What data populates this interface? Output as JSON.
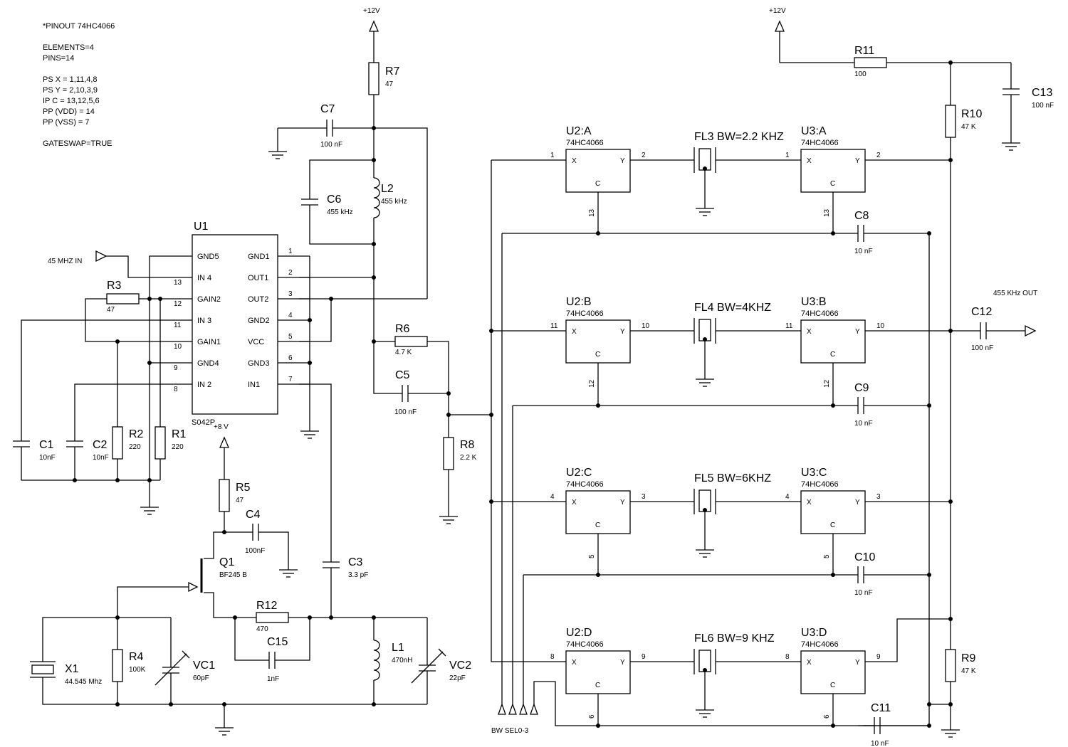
{
  "notes": {
    "title": "*PINOUT 74HC4066",
    "elements": "ELEMENTS=4",
    "pins": "PINS=14",
    "psx": "PS X = 1,11,4,8",
    "psy": "PS Y = 2,10,3,9",
    "ipc": "IP C = 13,12,5,6",
    "vdd": "PP (VDD) = 14",
    "vss": "PP (VSS) = 7",
    "gateswap": "GATESWAP=TRUE"
  },
  "supplies": {
    "v12a": "+12V",
    "v12b": "+12V",
    "v8": "+8 V"
  },
  "ports": {
    "input": "45 MHZ IN",
    "output": "455 KHz OUT",
    "bwsel": "BW SEL0-3"
  },
  "u1": {
    "ref": "U1",
    "part": "S042P",
    "left_pins": [
      {
        "name": "GND5",
        "num": ""
      },
      {
        "name": "IN 4",
        "num": "13"
      },
      {
        "name": "GAIN2",
        "num": "12"
      },
      {
        "name": "IN 3",
        "num": "11"
      },
      {
        "name": "GAIN1",
        "num": "10"
      },
      {
        "name": "GND4",
        "num": "9"
      },
      {
        "name": "IN 2",
        "num": "8"
      }
    ],
    "right_pins": [
      {
        "name": "GND1",
        "num": "1"
      },
      {
        "name": "OUT1",
        "num": "2"
      },
      {
        "name": "OUT2",
        "num": "3"
      },
      {
        "name": "GND2",
        "num": "4"
      },
      {
        "name": "VCC",
        "num": "5"
      },
      {
        "name": "GND3",
        "num": "6"
      },
      {
        "name": "IN1",
        "num": "7"
      }
    ]
  },
  "components": {
    "R1": {
      "ref": "R1",
      "val": "220"
    },
    "R2": {
      "ref": "R2",
      "val": "220"
    },
    "R3": {
      "ref": "R3",
      "val": "47"
    },
    "R4": {
      "ref": "R4",
      "val": "100K"
    },
    "R5": {
      "ref": "R5",
      "val": "47"
    },
    "R6": {
      "ref": "R6",
      "val": "4.7 K"
    },
    "R7": {
      "ref": "R7",
      "val": "47"
    },
    "R8": {
      "ref": "R8",
      "val": "2.2 K"
    },
    "R9": {
      "ref": "R9",
      "val": "47 K"
    },
    "R10": {
      "ref": "R10",
      "val": "47 K"
    },
    "R11": {
      "ref": "R11",
      "val": "100"
    },
    "R12": {
      "ref": "R12",
      "val": "470"
    },
    "C1": {
      "ref": "C1",
      "val": "10nF"
    },
    "C2": {
      "ref": "C2",
      "val": "10nF"
    },
    "C3": {
      "ref": "C3",
      "val": "3.3 pF"
    },
    "C4": {
      "ref": "C4",
      "val": "100nF"
    },
    "C5": {
      "ref": "C5",
      "val": "100 nF"
    },
    "C6": {
      "ref": "C6",
      "val": "455 kHz"
    },
    "C7": {
      "ref": "C7",
      "val": "100 nF"
    },
    "C8": {
      "ref": "C8",
      "val": "10 nF"
    },
    "C9": {
      "ref": "C9",
      "val": "10 nF"
    },
    "C10": {
      "ref": "C10",
      "val": "10 nF"
    },
    "C11": {
      "ref": "C11",
      "val": "10 nF"
    },
    "C12": {
      "ref": "C12",
      "val": "100 nF"
    },
    "C13": {
      "ref": "C13",
      "val": "100 nF"
    },
    "C15": {
      "ref": "C15",
      "val": "1nF"
    },
    "L1": {
      "ref": "L1",
      "val": "470nH"
    },
    "L2": {
      "ref": "L2",
      "val": "455 kHz"
    },
    "VC1": {
      "ref": "VC1",
      "val": "60pF"
    },
    "VC2": {
      "ref": "VC2",
      "val": "22pF"
    },
    "X1": {
      "ref": "X1",
      "val": "44.545 Mhz"
    },
    "Q1": {
      "ref": "Q1",
      "val": "BF245 B"
    }
  },
  "switch_part": "74HC4066",
  "switches": [
    {
      "ref": "U2:A",
      "x": "1",
      "y": "2",
      "c": "13"
    },
    {
      "ref": "U2:B",
      "x": "11",
      "y": "10",
      "c": "12"
    },
    {
      "ref": "U2:C",
      "x": "4",
      "y": "3",
      "c": "5"
    },
    {
      "ref": "U2:D",
      "x": "8",
      "y": "9",
      "c": "6"
    },
    {
      "ref": "U3:A",
      "x": "1",
      "y": "2",
      "c": "13"
    },
    {
      "ref": "U3:B",
      "x": "11",
      "y": "10",
      "c": "12"
    },
    {
      "ref": "U3:C",
      "x": "4",
      "y": "3",
      "c": "5"
    },
    {
      "ref": "U3:D",
      "x": "8",
      "y": "9",
      "c": "6"
    }
  ],
  "switch_pin_labels": {
    "x": "X",
    "y": "Y",
    "c": "C"
  },
  "filters": [
    {
      "label": "FL3 BW=2.2 KHZ"
    },
    {
      "label": "FL4 BW=4KHZ"
    },
    {
      "label": "FL5 BW=6KHZ"
    },
    {
      "label": "FL6 BW=9 KHZ"
    }
  ]
}
